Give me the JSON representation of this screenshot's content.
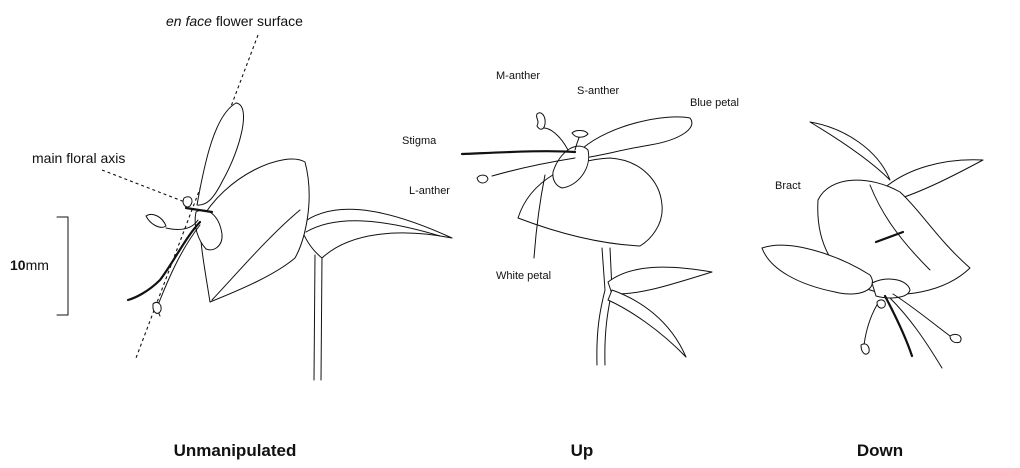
{
  "labels": {
    "en_face_italic": "en face",
    "en_face_rest": " flower surface",
    "main_axis": "main floral axis",
    "scale_value": "10",
    "scale_unit": "mm",
    "m_anther": "M-anther",
    "s_anther": "S-anther",
    "blue_petal": "Blue petal",
    "stigma": "Stigma",
    "l_anther": "L-anther",
    "white_petal": "White petal",
    "bract": "Bract"
  },
  "captions": {
    "unmanipulated": "Unmanipulated",
    "up": "Up",
    "down": "Down"
  },
  "colors": {
    "ink": "#111111",
    "background": "#ffffff"
  }
}
